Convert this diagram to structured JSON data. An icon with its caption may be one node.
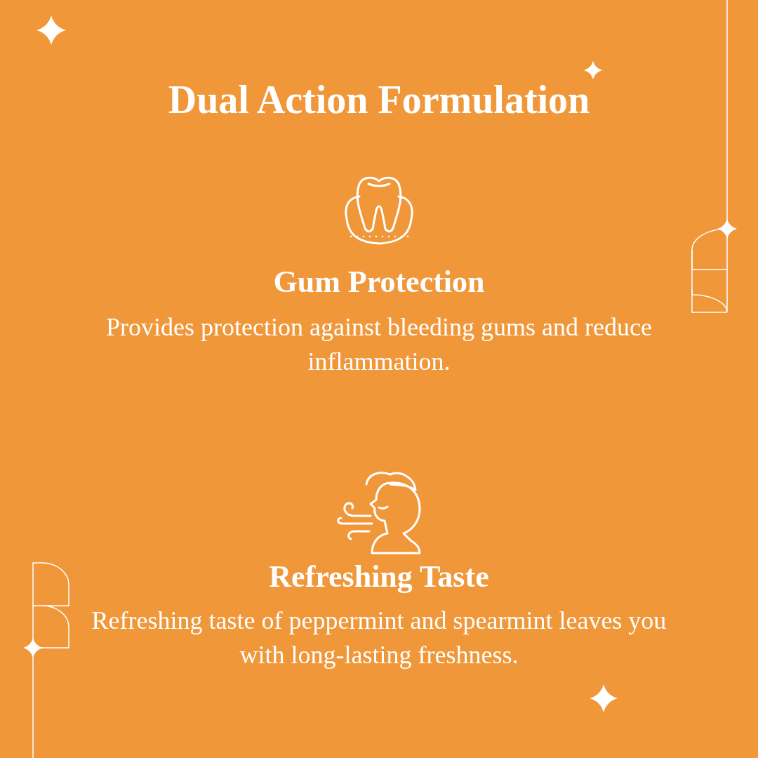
{
  "diagram": {
    "title": "Dual Action Formulation",
    "labels": [
      "Gum Protection",
      "Provides protection against bleeding gums and reduce inflammation.",
      "Refreshing Taste",
      "Refreshing taste of peppermint and spearmint leaves you with long-lasting freshness."
    ]
  }
}
